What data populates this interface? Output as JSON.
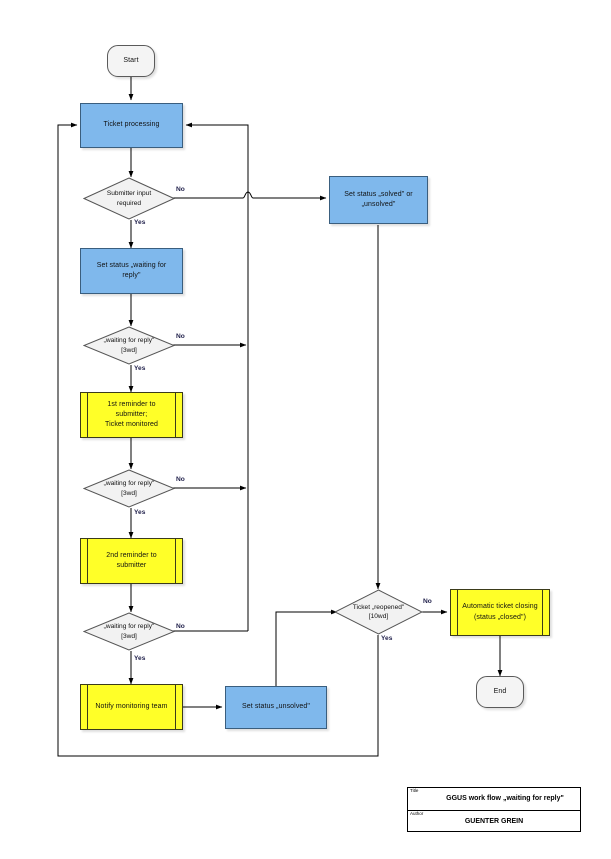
{
  "diagram": {
    "type": "flowchart",
    "title": "GGUS work flow „waiting for reply\"",
    "nodes": {
      "start": {
        "label": "Start",
        "shape": "terminator",
        "color": "#F4F4F4"
      },
      "ticket_proc": {
        "label": "Ticket processing",
        "shape": "process",
        "color": "#7FB8EC"
      },
      "dec_submitter": {
        "label": "Submitter input required",
        "shape": "decision",
        "color": "#F2F2F2"
      },
      "set_solved": {
        "label": "Set status „solved\" or „unsolved\"",
        "shape": "process",
        "color": "#7FB8EC"
      },
      "set_waiting": {
        "label": "Set status „waiting for reply\"",
        "shape": "process",
        "color": "#7FB8EC"
      },
      "dec_wait1": {
        "label": "„waiting for reply\" [3wd]",
        "shape": "decision",
        "color": "#F2F2F2"
      },
      "rem1": {
        "label": "1st reminder to submitter; Ticket monitored",
        "shape": "predefined-process",
        "color": "#FFFF28"
      },
      "dec_wait2": {
        "label": "„waiting for reply\" [3wd]",
        "shape": "decision",
        "color": "#F2F2F2"
      },
      "rem2": {
        "label": "2nd reminder to submitter",
        "shape": "predefined-process",
        "color": "#FFFF28"
      },
      "dec_wait3": {
        "label": "„waiting for reply\" [3wd]",
        "shape": "decision",
        "color": "#F2F2F2"
      },
      "notify": {
        "label": "Notify monitoring team",
        "shape": "predefined-process",
        "color": "#FFFF28"
      },
      "set_unsolved": {
        "label": "Set status „unsolved\"",
        "shape": "process",
        "color": "#7FB8EC"
      },
      "dec_reopened": {
        "label": "Ticket „reopened\" [10wd]",
        "shape": "decision",
        "color": "#F2F2F2"
      },
      "auto_close": {
        "label": "Automatic ticket closing (status „closed\")",
        "shape": "predefined-process",
        "color": "#FFFF28"
      },
      "end": {
        "label": "End",
        "shape": "terminator",
        "color": "#F4F4F4"
      }
    },
    "node_lines": {
      "ticket_proc": [
        "Ticket processing"
      ],
      "dec_submitter": [
        "Submitter input",
        "required"
      ],
      "set_solved": [
        "Set status „solved\" or",
        "„unsolved\""
      ],
      "set_waiting": [
        "Set status „waiting for reply\""
      ],
      "dec_wait1": [
        "„waiting for reply\"",
        "[3wd]"
      ],
      "rem1": [
        "1st reminder to",
        "submitter;",
        "Ticket monitored"
      ],
      "dec_wait2": [
        "„waiting for reply\"",
        "[3wd]"
      ],
      "rem2": [
        "2nd reminder to",
        "submitter"
      ],
      "dec_wait3": [
        "„waiting for reply\"",
        "[3wd]"
      ],
      "notify": [
        "Notify monitoring team"
      ],
      "set_unsolved": [
        "Set status „unsolved\""
      ],
      "dec_reopened": [
        "Ticket „reopened\"",
        "[10wd]"
      ],
      "auto_close": [
        "Automatic ticket closing",
        "(status „closed\")"
      ],
      "start": [
        "Start"
      ],
      "end": [
        "End"
      ]
    },
    "edge_labels": {
      "submitter_no": "No",
      "submitter_yes": "Yes",
      "wait1_no": "No",
      "wait1_yes": "Yes",
      "wait2_no": "No",
      "wait2_yes": "Yes",
      "wait3_no": "No",
      "wait3_yes": "Yes",
      "reopened_no": "No",
      "reopened_yes": "Yes"
    }
  },
  "title_block": {
    "title_caption": "Title",
    "title_value": "GGUS work flow „waiting for reply\"",
    "author_caption": "Author",
    "author_value": "GUENTER GREIN"
  }
}
